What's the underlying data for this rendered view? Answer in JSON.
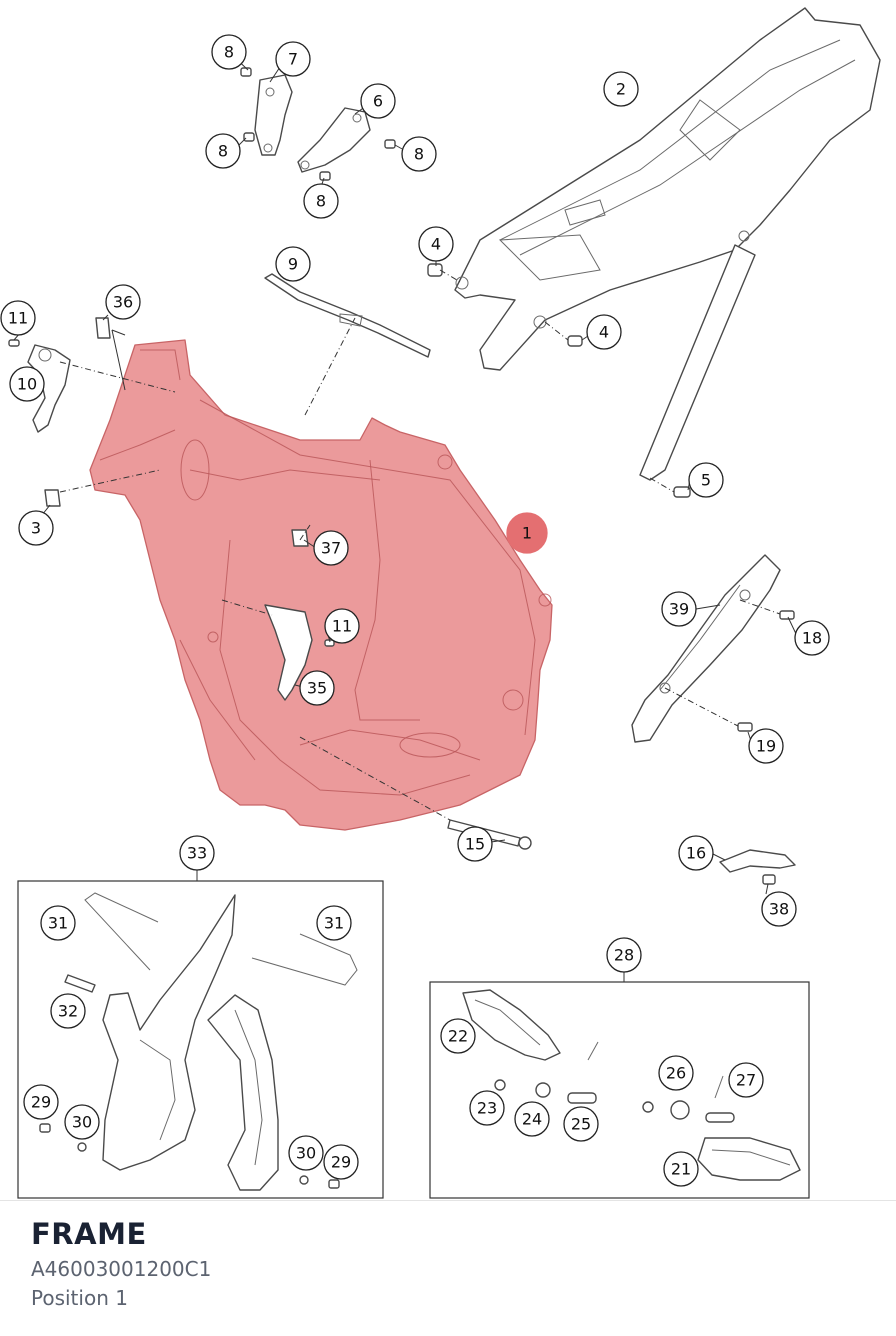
{
  "footer": {
    "title": "FRAME",
    "part_number": "A46003001200C1",
    "position": "Position 1"
  },
  "highlight_color": "#e46f71",
  "callouts": [
    "1",
    "2",
    "3",
    "4",
    "4",
    "5",
    "6",
    "7",
    "8",
    "8",
    "8",
    "8",
    "9",
    "10",
    "11",
    "11",
    "15",
    "16",
    "18",
    "19",
    "21",
    "22",
    "23",
    "24",
    "25",
    "26",
    "27",
    "28",
    "29",
    "29",
    "30",
    "30",
    "31",
    "31",
    "32",
    "33",
    "35",
    "36",
    "37",
    "38",
    "39"
  ],
  "selected_callout": "1"
}
